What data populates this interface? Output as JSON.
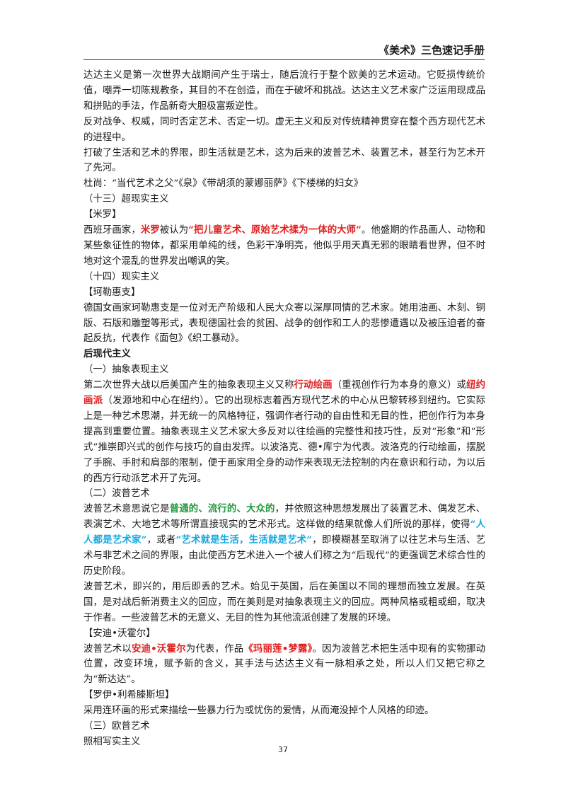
{
  "header": {
    "title": "《美术》三色速记手册"
  },
  "paragraphs": [
    {
      "runs": [
        {
          "t": "达达主义是第一次世界大战期间产生于瑞士，随后流行于整个欧美的艺术运动。它贬损传统价值，嘲弄一切陈规教条，其目的不在创造，而在于破坏和挑战。达达主义艺术家广泛运用现成品和拼贴的手法，作品新奇大胆极富叛逆性。"
        }
      ]
    },
    {
      "runs": [
        {
          "t": "反对战争、权威，同时否定艺术、否定一切。虚无主义和反对传统精神贯穿在整个西方现代艺术的进程中。"
        }
      ]
    },
    {
      "runs": [
        {
          "t": "打破了生活和艺术的界限，即生活就是艺术，这为后来的波普艺术、装置艺术，甚至行为艺术开了先河。"
        }
      ]
    },
    {
      "runs": [
        {
          "t": "杜尚：“当代艺术之父”《泉》《带胡须的蒙娜丽萨》《下楼梯的妇女》"
        }
      ]
    },
    {
      "runs": [
        {
          "t": "（十三）超现实主义"
        }
      ]
    },
    {
      "runs": [
        {
          "t": "【米罗】"
        }
      ]
    },
    {
      "runs": [
        {
          "t": "西班牙画家，"
        },
        {
          "t": "米罗",
          "c": "red"
        },
        {
          "t": "被认为"
        },
        {
          "t": "“把儿童艺术、原始艺术揉为一体的大师”",
          "c": "red"
        },
        {
          "t": "。他盛期的作品画人、动物和某些象征性的物体，都采用单纯的线，色彩干净明亮，他似乎用天真无邪的眼睛看世界，但不时地对这个混乱的世界发出嘲讽的笑。"
        }
      ]
    },
    {
      "runs": [
        {
          "t": "（十四）现实主义"
        }
      ]
    },
    {
      "runs": [
        {
          "t": "【珂勒惠支】"
        }
      ]
    },
    {
      "runs": [
        {
          "t": "德国女画家珂勒惠支是一位对无产阶级和人民大众寄以深厚同情的艺术家。她用油画、木刻、铜版、石版和雕塑等形式，表现德国社会的贫困、战争的创作和工人的悲惨遭遇以及被压迫者的奋起反抗，代表作《面包》《织工暴动》。"
        }
      ]
    },
    {
      "runs": [
        {
          "t": "后现代主义",
          "c": "h"
        }
      ]
    },
    {
      "runs": [
        {
          "t": "（一）抽象表现主义"
        }
      ]
    },
    {
      "runs": [
        {
          "t": "第二次世界大战以后美国产生的抽象表现主义又称"
        },
        {
          "t": "行动绘画",
          "c": "red"
        },
        {
          "t": "（重视创作行为本身的意义）或"
        },
        {
          "t": "纽约画派",
          "c": "red"
        },
        {
          "t": "（发源地和中心在纽约）。它的出现标志着西方现代艺术的中心从巴黎转移到纽约。它实际上是一种艺术思潮，并无统一的风格特征，强调作者行动的自由性和无目的性，把创作行为本身提高到重要位置。抽象表现主义艺术家大多反对以往绘画的完整性和技巧性，反对“形象”和“形式”推崇即兴式的创作与技巧的自由发挥。以波洛克、德•库宁为代表。波洛克的行动绘画，摆脱了手腕、手肘和肩部的限制，便于画家用全身的动作来表现无法控制的内在意识和行动，为以后的西方行动派艺术开了先河。"
        }
      ]
    },
    {
      "runs": [
        {
          "t": "（二）波普艺术"
        }
      ]
    },
    {
      "runs": [
        {
          "t": "波普艺术意思说它是"
        },
        {
          "t": "普通的、流行的、大众的",
          "c": "green"
        },
        {
          "t": "，并依照这种思想发展出了装置艺术、偶发艺术、表演艺术、大地艺术等所谓直接现实的艺术形式。这样做的结果就像人们所说的那样，使得"
        },
        {
          "t": "“人人都是艺术家”",
          "c": "blue"
        },
        {
          "t": "，或者"
        },
        {
          "t": "“艺术就是生活，生活就是艺术”",
          "c": "blue"
        },
        {
          "t": "，即模糊甚至取消了以往艺术与生活、艺术与非艺术之间的界限，由此使西方艺术进入一个被人们称之为“后现代”的更强调艺术综合性的历史阶段。"
        }
      ]
    },
    {
      "runs": [
        {
          "t": "波普艺术，即兴的，用后即丢的艺术。始见于英国，后在美国以不同的理想而独立发展。在英国，是对战后新消费主义的回应，而在美则是对抽象表现主义的回应。两种风格或粗或细，取决于作者。一些波普艺术的无意义、无目的性为其他流派创建了发展的环境。"
        }
      ]
    },
    {
      "runs": [
        {
          "t": "【安迪•沃霍尔】"
        }
      ]
    },
    {
      "runs": [
        {
          "t": "波普艺术以"
        },
        {
          "t": "安迪•沃霍尔",
          "c": "red"
        },
        {
          "t": "为代表，作品"
        },
        {
          "t": "《玛丽莲•梦露》",
          "c": "red"
        },
        {
          "t": "。因为波普艺术把生活中现有的实物挪动位置，改变环境，赋予新的含义，其手法与达达主义有一脉相承之处，所以人们又把它称之为“新达达”。"
        }
      ]
    },
    {
      "runs": [
        {
          "t": "【罗伊•利希滕斯坦】"
        }
      ]
    },
    {
      "runs": [
        {
          "t": "采用连环画的形式来描绘一些暴力行为或忧伤的爱情，从而淹没掉个人风格的印迹。"
        }
      ]
    },
    {
      "runs": [
        {
          "t": "（三）欧普艺术"
        }
      ]
    },
    {
      "runs": [
        {
          "t": "照相写实主义"
        }
      ]
    }
  ],
  "footer": {
    "page_number": "37"
  }
}
